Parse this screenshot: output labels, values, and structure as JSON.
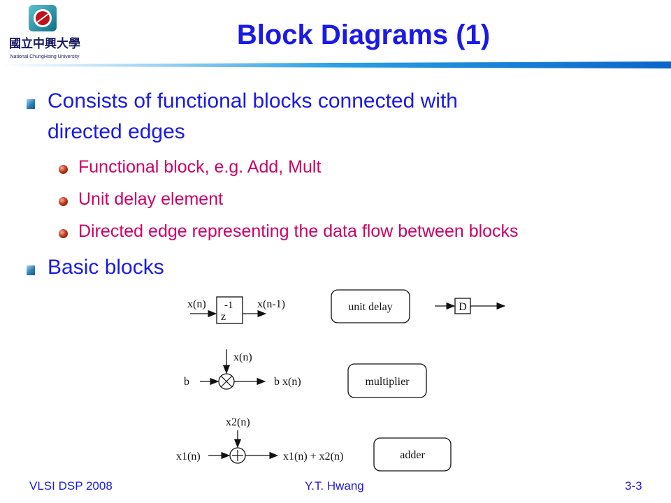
{
  "header": {
    "title": "Block Diagrams (1)",
    "logo_text": "國立中興大學",
    "logo_subtext": "National ChungHsing University"
  },
  "content": {
    "bullets": [
      {
        "text": "Consists of functional blocks connected with directed edges",
        "lines": [
          "Consists of functional blocks connected with",
          "directed edges"
        ],
        "sub": [
          "Functional block, e.g. Add, Mult",
          "Unit delay element",
          "Directed edge representing the data flow between blocks"
        ]
      },
      {
        "text": "Basic blocks"
      }
    ]
  },
  "diagram": {
    "delay_in": "x(n)",
    "delay_symbol_top": "-1",
    "delay_symbol_base": "z",
    "delay_out": "x(n-1)",
    "delay_label": "unit delay",
    "delay_short": "D",
    "mult_top": "x(n)",
    "mult_in": "b",
    "mult_out": "b x(n)",
    "mult_label": "multiplier",
    "add_top": "x2(n)",
    "add_in": "x1(n)",
    "add_out": "x1(n) + x2(n)",
    "add_label": "adder"
  },
  "footer": {
    "left": "VLSI DSP 2008",
    "center": "Y.T. Hwang",
    "right": "3-3"
  },
  "colors": {
    "title": "#1a1ae6",
    "bullet_text": "#1a1ae6",
    "sub_text": "#cc0066",
    "rule": "#0b7fd6"
  }
}
